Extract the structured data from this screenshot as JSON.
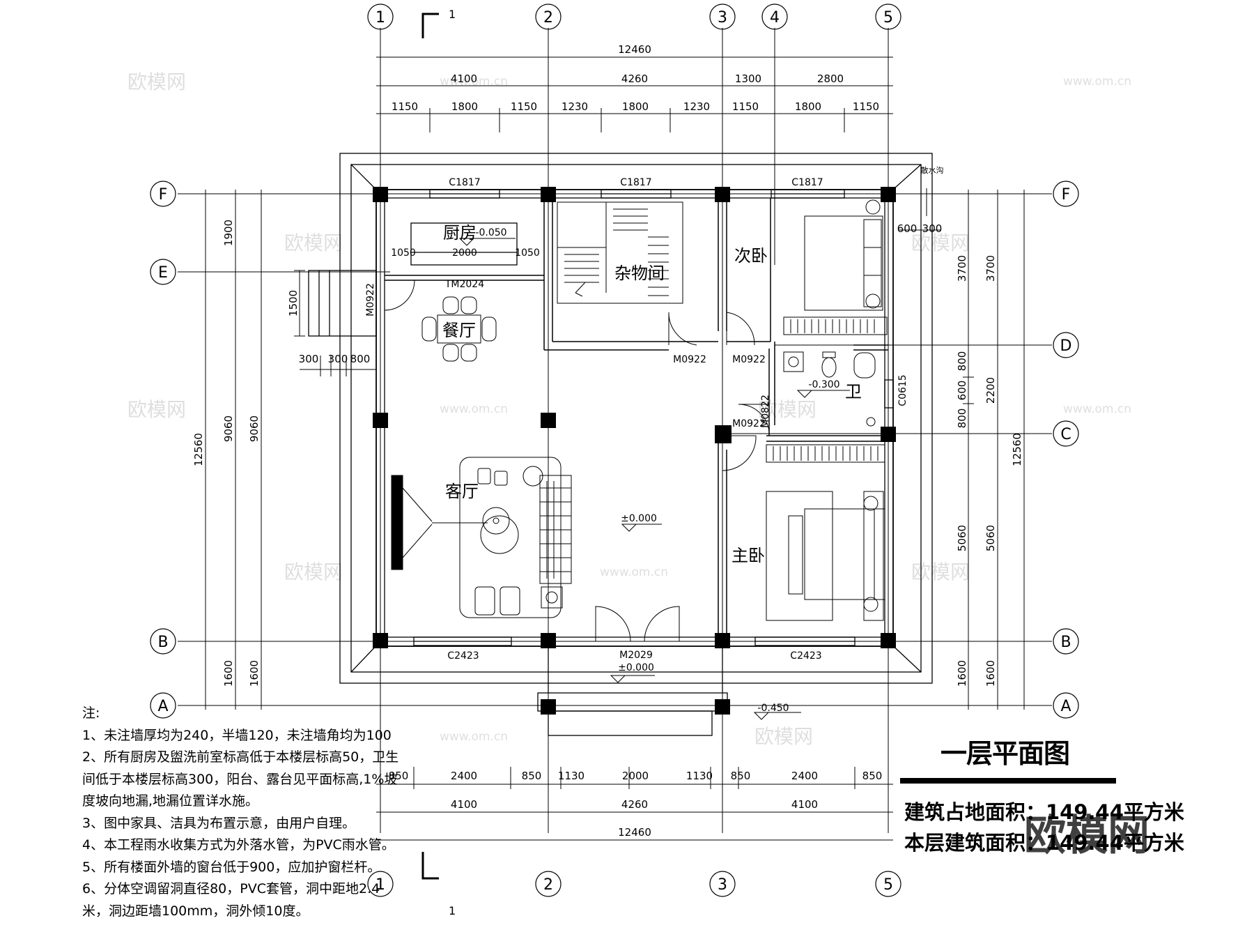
{
  "drawing": {
    "title": "一层平面图",
    "area_footprint": "建筑占地面积：149.44平方米",
    "area_floor": "本层建筑面积：149.44平方米",
    "section_mark": "1",
    "watermark": "欧模网",
    "watermark_url": "www.om.cn"
  },
  "grid_x_labels": [
    "1",
    "2",
    "3",
    "4",
    "5"
  ],
  "grid_y_labels": [
    "F",
    "E",
    "D",
    "C",
    "B",
    "A"
  ],
  "dims_top": {
    "total": "12460",
    "row2": [
      "4100",
      "4260",
      "1300",
      "2800"
    ],
    "row3": [
      "1150",
      "1800",
      "1150",
      "1230",
      "1800",
      "1230",
      "1150",
      "1800",
      "1150"
    ]
  },
  "dims_bottom": {
    "row1": [
      "850",
      "2400",
      "850",
      "1130",
      "2000",
      "1130",
      "850",
      "2400",
      "850"
    ],
    "row2": [
      "4100",
      "4260",
      "4100"
    ],
    "total": "12460"
  },
  "dims_left": {
    "total": "12560",
    "col2": [
      "9060",
      "1600"
    ],
    "col3": [
      "1900",
      "9060",
      "1600"
    ],
    "step": "1500",
    "small": [
      "300",
      "300",
      "800"
    ]
  },
  "dims_right": {
    "col1": [
      "3700",
      "800",
      "600",
      "800",
      "5060",
      "1600"
    ],
    "col2": [
      "3700",
      "2200",
      "5060",
      "1600"
    ],
    "total": "12560",
    "small": [
      "600",
      "300"
    ]
  },
  "rooms": {
    "kitchen": "厨房",
    "storage": "杂物间",
    "second_bedroom": "次卧",
    "dining": "餐厅",
    "living": "客厅",
    "bathroom": "卫",
    "master_bedroom": "主卧"
  },
  "labels": {
    "window_top_1": "C1817",
    "window_top_2": "C1817",
    "window_top_3": "C1817",
    "window_bottom_1": "C2423",
    "window_bottom_2": "C2423",
    "main_door": "M2029",
    "door_m0922_1": "M0922",
    "door_m0922_2": "M0922",
    "door_m0922_3": "M0922",
    "door_m0922_4": "M0922",
    "door_m0822": "M0822",
    "window_c0615": "C0615",
    "sliding_door": "TM2024",
    "kitchen_dims": [
      "1050",
      "2000",
      "1050"
    ],
    "level_kitchen": "-0.050",
    "level_bath": "-0.300",
    "level_floor": "±0.000",
    "level_entry": "±0.000",
    "level_outside": "-0.450",
    "gutter": "散水沟"
  },
  "notes": {
    "heading": "注:",
    "lines": [
      "1、未注墙厚均为240，半墙120，未注墙角均为100",
      "2、所有厨房及盥洗前室标高低于本楼层标高50，卫生",
      "间低于本楼层标高300，阳台、露台见平面标高,1%坡",
      "度坡向地漏,地漏位置详水施。",
      "3、图中家具、洁具为布置示意，由用户自理。",
      "4、本工程雨水收集方式为外落水管，为PVC雨水管。",
      "5、所有楼面外墙的窗台低于900，应加护窗栏杆。",
      "6、分体空调留洞直径80，PVC套管，洞中距地2.4",
      "米，洞边距墙100mm，洞外倾10度。"
    ]
  }
}
